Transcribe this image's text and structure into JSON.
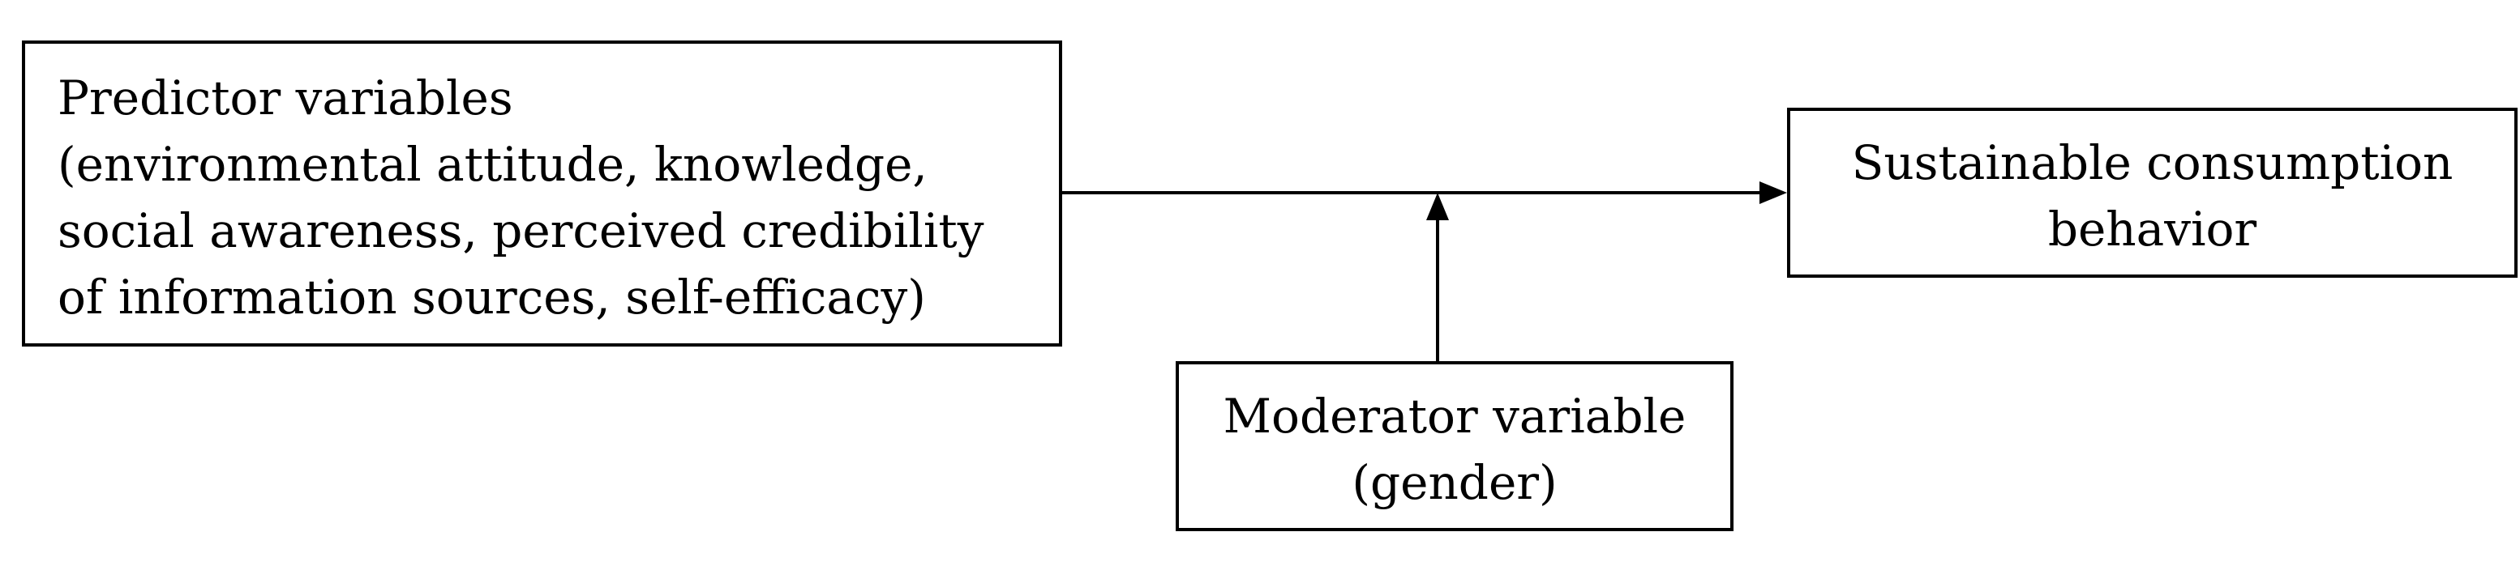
{
  "nodes": {
    "predictor": {
      "lines": [
        "Predictor variables",
        "(environmental attitude, knowledge,",
        "social awareness, perceived credibility",
        "of information sources, self-efficacy)"
      ]
    },
    "outcome": {
      "lines": [
        "Sustainable consumption",
        "behavior"
      ]
    },
    "moderator": {
      "lines": [
        "Moderator variable",
        "(gender)"
      ]
    }
  },
  "edges": [
    {
      "from": "predictor",
      "to": "outcome",
      "type": "arrow"
    },
    {
      "from": "moderator",
      "to": "predictor-outcome-path",
      "type": "arrow"
    }
  ]
}
